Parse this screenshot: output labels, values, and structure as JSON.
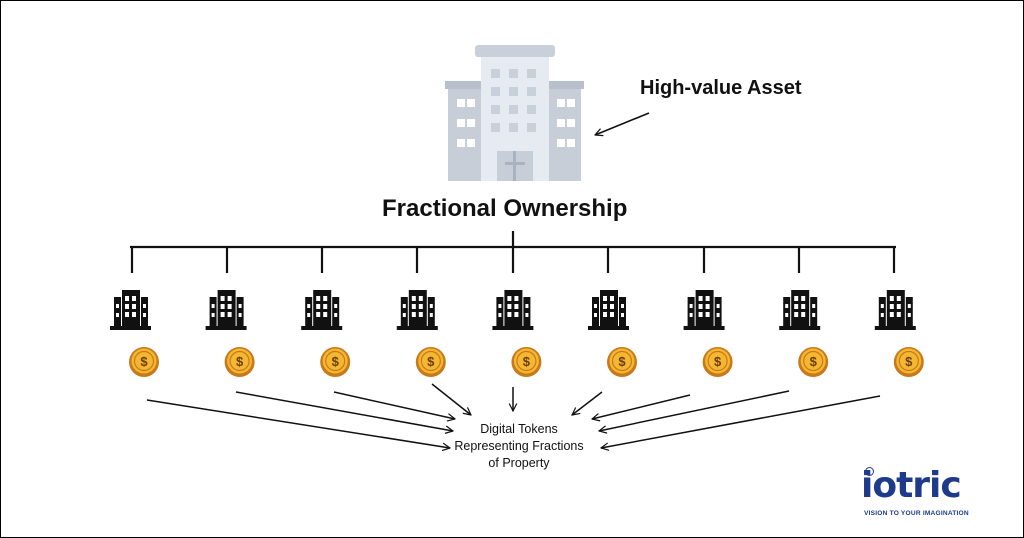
{
  "asset": {
    "label": "High-value Asset",
    "icon": "office-building-icon"
  },
  "title": "Fractional Ownership",
  "fractions": {
    "count": 9,
    "building_icon": "small-building-icon",
    "coin_icon": "dollar-coin-icon",
    "coin_symbol": "$"
  },
  "tokens": {
    "lines": [
      "Digital Tokens",
      "Representing Fractions",
      "of Property"
    ]
  },
  "brand": {
    "name": "iotric",
    "tagline": "VISION TO YOUR IMAGINATION"
  },
  "colors": {
    "building_main": "#e4e9ef",
    "building_side": "#c7ced8",
    "coin_fill": "#f4b731",
    "coin_ring": "#c9791a",
    "brand": "#1e3a8a",
    "ink": "#111111"
  }
}
